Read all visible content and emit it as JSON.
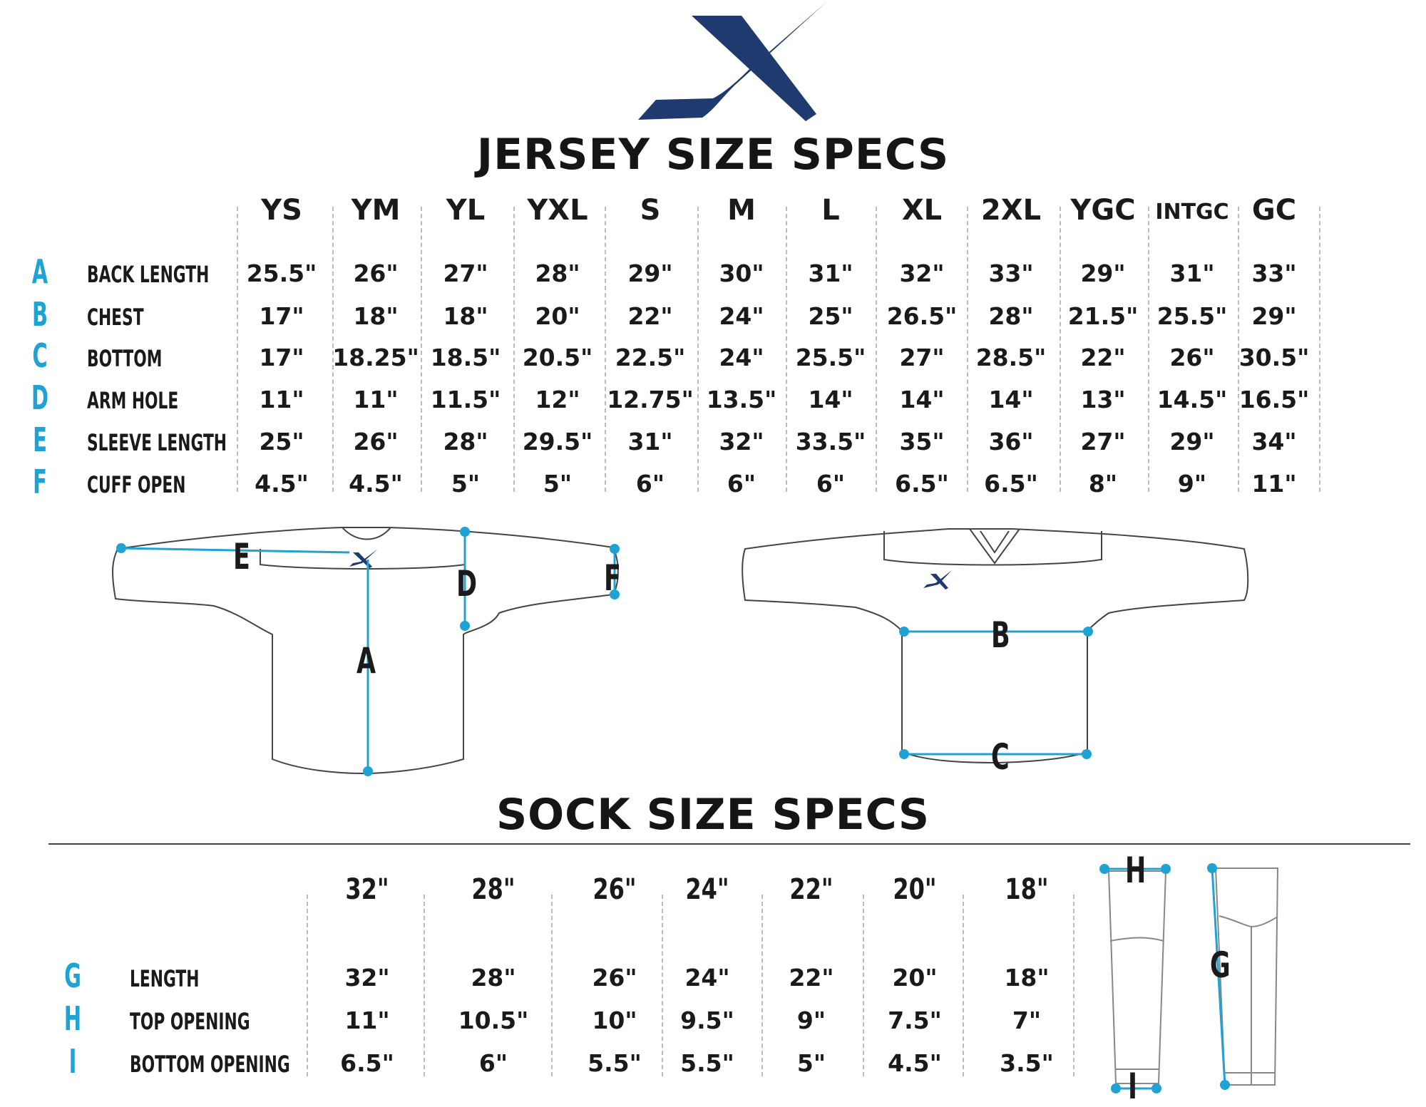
{
  "brand": {
    "logo_color": "#1e3a6e",
    "accent_color": "#1fa2d4"
  },
  "jersey": {
    "title": "JERSEY SIZE SPECS",
    "sizes": [
      "YS",
      "YM",
      "YL",
      "YXL",
      "S",
      "M",
      "L",
      "XL",
      "2XL",
      "YGC",
      "INTGC",
      "GC"
    ],
    "rows": [
      {
        "letter": "A",
        "label": "BACK LENGTH",
        "values": [
          "25.5\"",
          "26\"",
          "27\"",
          "28\"",
          "29\"",
          "30\"",
          "31\"",
          "32\"",
          "33\"",
          "29\"",
          "31\"",
          "33\""
        ]
      },
      {
        "letter": "B",
        "label": "CHEST",
        "values": [
          "17\"",
          "18\"",
          "18\"",
          "20\"",
          "22\"",
          "24\"",
          "25\"",
          "26.5\"",
          "28\"",
          "21.5\"",
          "25.5\"",
          "29\""
        ]
      },
      {
        "letter": "C",
        "label": "BOTTOM",
        "values": [
          "17\"",
          "18.25\"",
          "18.5\"",
          "20.5\"",
          "22.5\"",
          "24\"",
          "25.5\"",
          "27\"",
          "28.5\"",
          "22\"",
          "26\"",
          "30.5\""
        ]
      },
      {
        "letter": "D",
        "label": "ARM HOLE",
        "values": [
          "11\"",
          "11\"",
          "11.5\"",
          "12\"",
          "12.75\"",
          "13.5\"",
          "14\"",
          "14\"",
          "14\"",
          "13\"",
          "14.5\"",
          "16.5\""
        ]
      },
      {
        "letter": "E",
        "label": "SLEEVE LENGTH",
        "values": [
          "25\"",
          "26\"",
          "28\"",
          "29.5\"",
          "31\"",
          "32\"",
          "33.5\"",
          "35\"",
          "36\"",
          "27\"",
          "29\"",
          "34\""
        ]
      },
      {
        "letter": "F",
        "label": "CUFF OPEN",
        "values": [
          "4.5\"",
          "4.5\"",
          "5\"",
          "5\"",
          "6\"",
          "6\"",
          "6\"",
          "6.5\"",
          "6.5\"",
          "8\"",
          "9\"",
          "11\""
        ]
      }
    ],
    "diagram_letters": [
      "A",
      "B",
      "C",
      "D",
      "E",
      "F"
    ]
  },
  "sock": {
    "title": "SOCK SIZE SPECS",
    "sizes": [
      "32\"",
      "28\"",
      "26\"",
      "24\"",
      "22\"",
      "20\"",
      "18\""
    ],
    "rows": [
      {
        "letter": "G",
        "label": "LENGTH",
        "values": [
          "32\"",
          "28\"",
          "26\"",
          "24\"",
          "22\"",
          "20\"",
          "18\""
        ]
      },
      {
        "letter": "H",
        "label": "TOP OPENING",
        "values": [
          "11\"",
          "10.5\"",
          "10\"",
          "9.5\"",
          "9\"",
          "7.5\"",
          "7\""
        ]
      },
      {
        "letter": "I",
        "label": "BOTTOM OPENING",
        "values": [
          "6.5\"",
          "6\"",
          "5.5\"",
          "5.5\"",
          "5\"",
          "4.5\"",
          "3.5\""
        ]
      }
    ],
    "diagram_letters": [
      "H",
      "I",
      "G"
    ]
  }
}
